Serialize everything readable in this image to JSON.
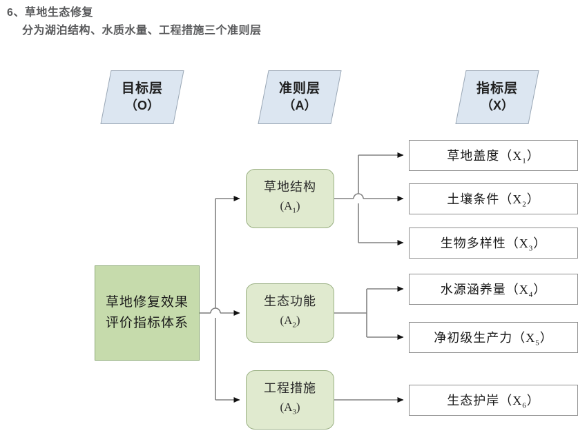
{
  "heading": {
    "line1": "6、草地生态修复",
    "line2": "分为湖泊结构、水质水量、工程措施三个准则层"
  },
  "layer_headers": [
    {
      "name": "goal-layer-header",
      "title": "目标层",
      "code": "（O）"
    },
    {
      "name": "criterion-layer-header",
      "title": "准则层",
      "code": "（A）"
    },
    {
      "name": "indicator-layer-header",
      "title": "指标层",
      "code": "（X）"
    }
  ],
  "goal": {
    "label": "草地修复效果评价指标体系"
  },
  "criteria": [
    {
      "label": "草地结构",
      "code": "A",
      "index": "1"
    },
    {
      "label": "生态功能",
      "code": "A",
      "index": "2"
    },
    {
      "label": "工程措施",
      "code": "A",
      "index": "3"
    }
  ],
  "indicators": [
    {
      "label": "草地盖度",
      "code": "X",
      "index": "1"
    },
    {
      "label": "土壤条件",
      "code": "X",
      "index": "2"
    },
    {
      "label": "生物多样性",
      "code": "X",
      "index": "3"
    },
    {
      "label": "水源涵养量",
      "code": "X",
      "index": "4"
    },
    {
      "label": "净初级生产力",
      "code": "X",
      "index": "5"
    },
    {
      "label": "生态护岸",
      "code": "X",
      "index": "6"
    }
  ],
  "colors": {
    "background": "#ffffff",
    "header_fill": "#dce6f1",
    "header_border": "#9aa7b5",
    "goal_fill": "#c6dbac",
    "goal_border": "#8aa872",
    "criterion_fill": "#e0eacf",
    "criterion_border": "#9ab083",
    "indicator_fill": "#ffffff",
    "indicator_border": "#8c8c8c",
    "connector": "#808080",
    "heading_text": "#58595b"
  }
}
